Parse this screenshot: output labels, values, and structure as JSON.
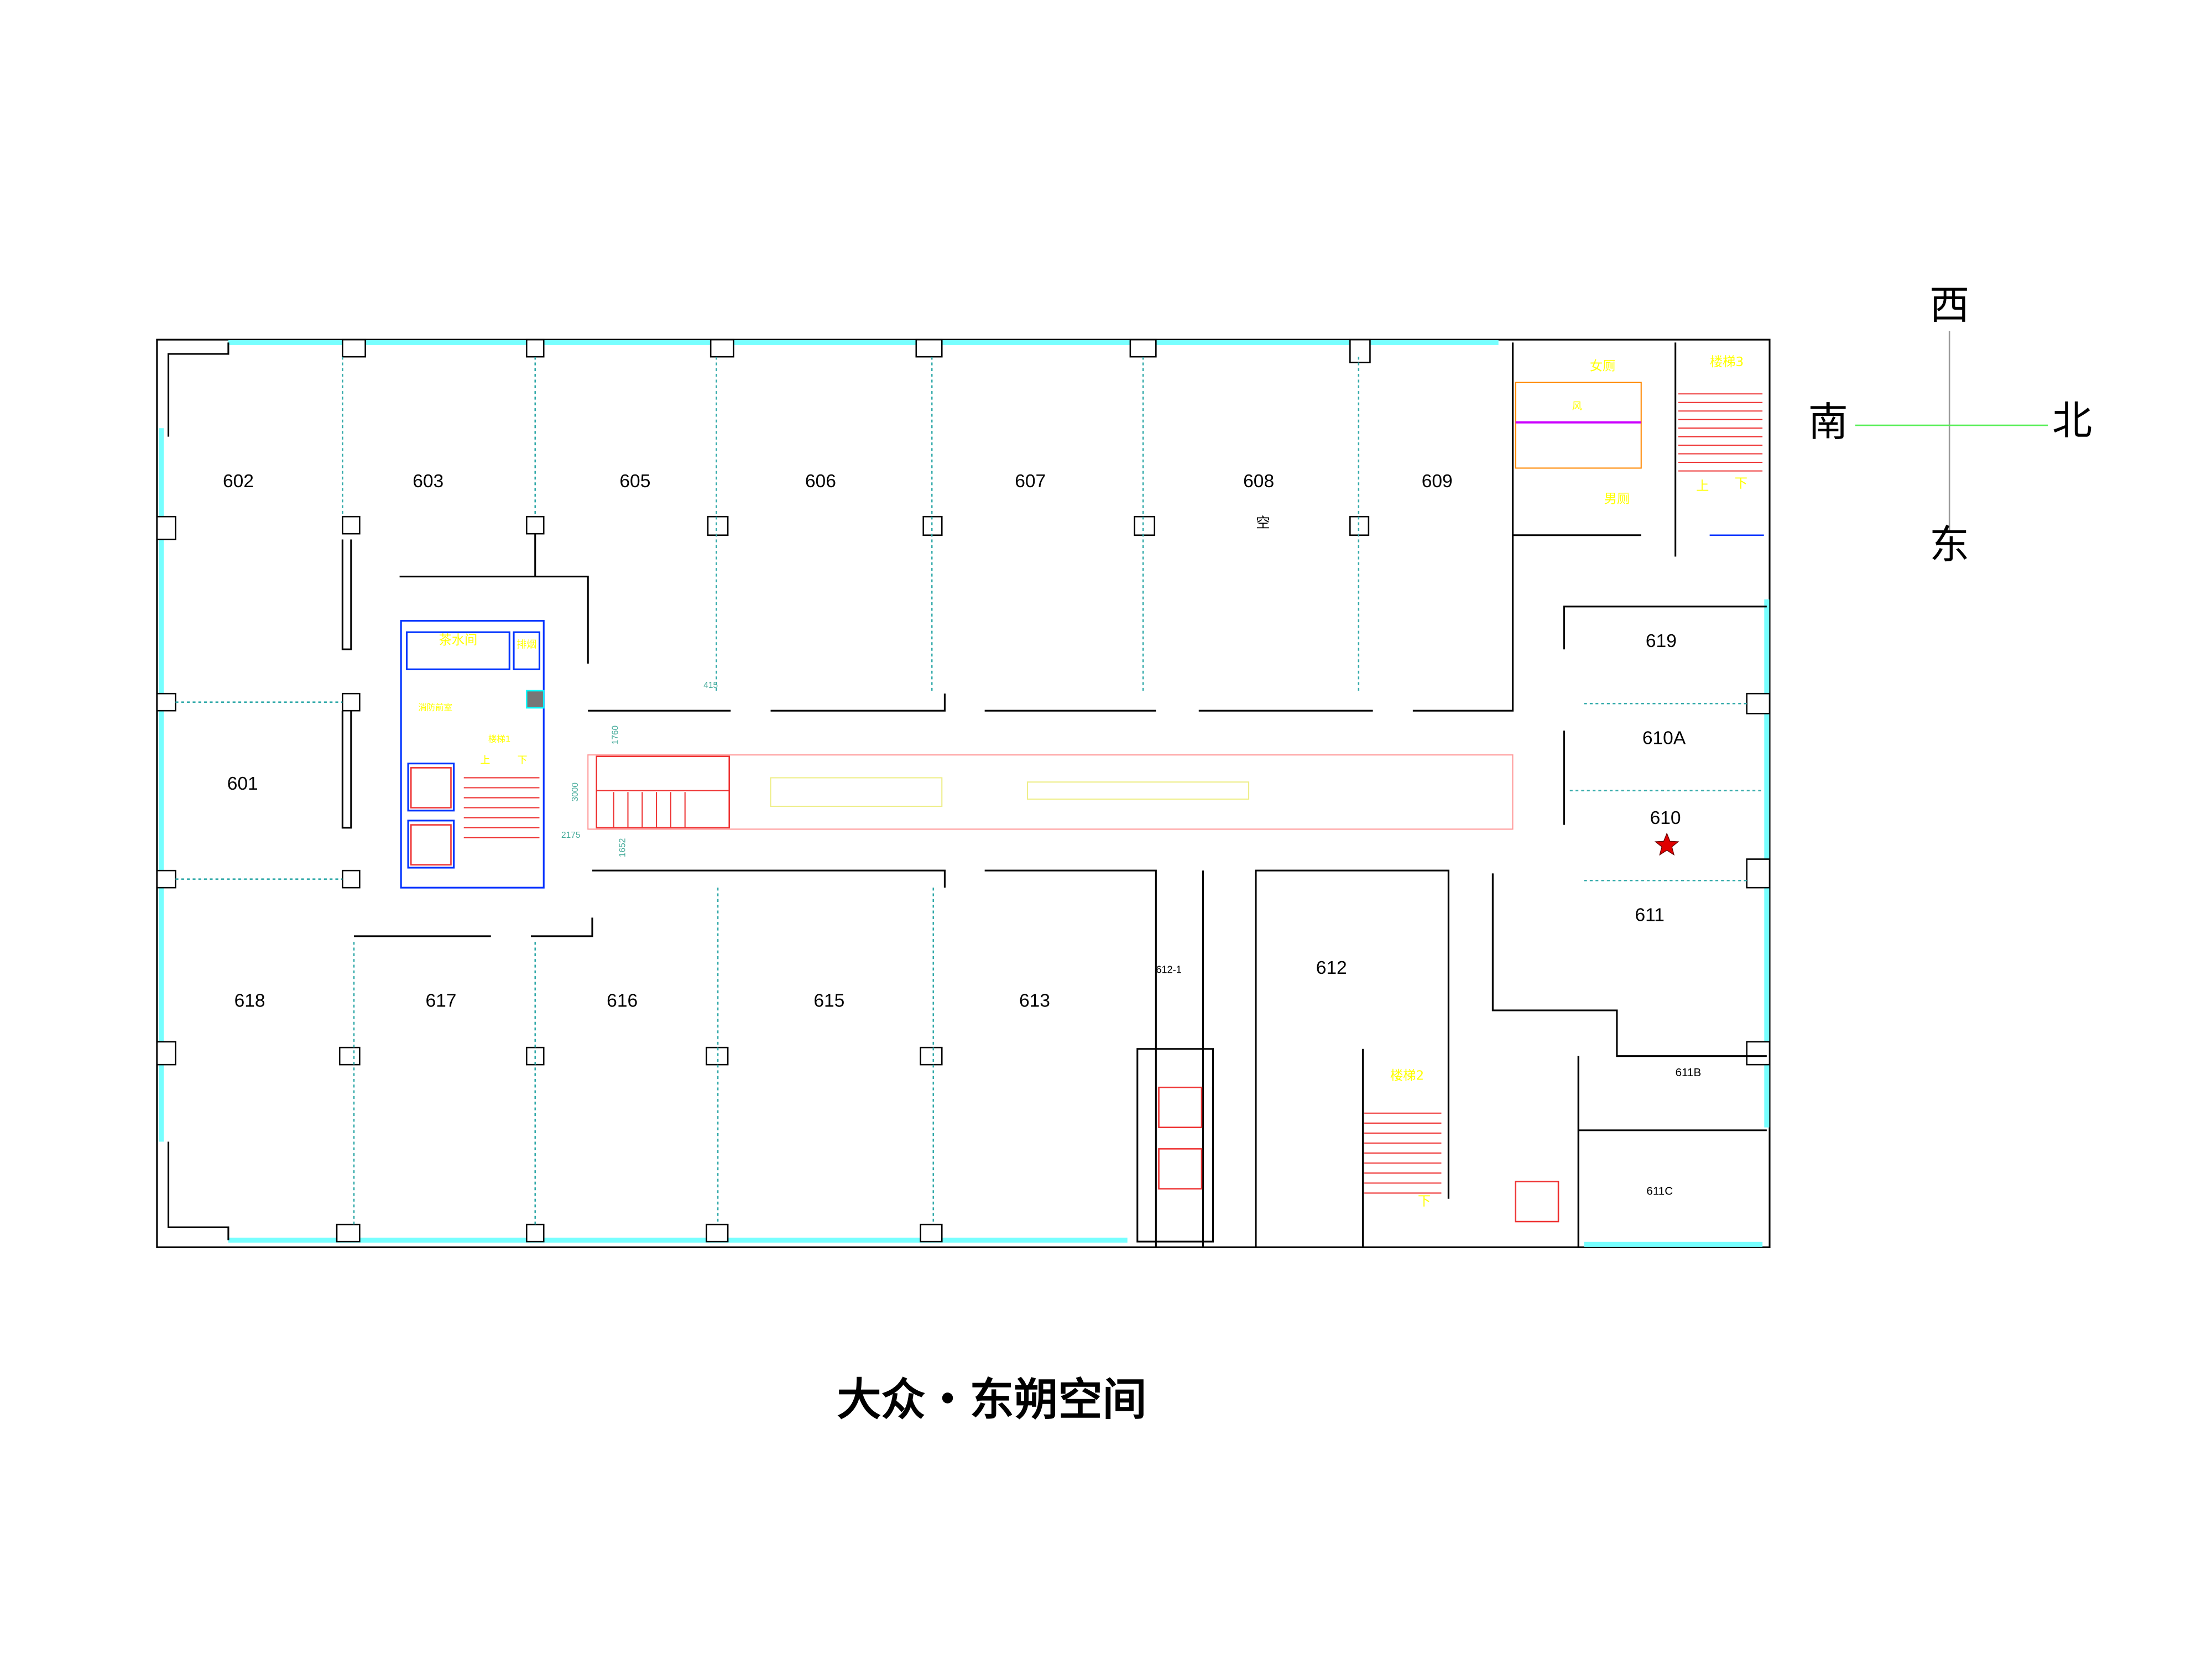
{
  "title": "大众・东朔空间",
  "compass": {
    "west": "西",
    "south": "南",
    "north": "北",
    "east": "东"
  },
  "rooms": {
    "r602": "602",
    "r603": "603",
    "r605": "605",
    "r606": "606",
    "r607": "607",
    "r608": "608",
    "r608_note": "空",
    "r609": "609",
    "r601": "601",
    "r619": "619",
    "r610A": "610A",
    "r610": "610",
    "r611": "611",
    "r611B": "611B",
    "r611C": "611C",
    "r612": "612",
    "r612_1": "612-1",
    "r613": "613",
    "r615": "615",
    "r616": "616",
    "r617": "617",
    "r618": "618"
  },
  "facilities": {
    "womens_toilet": "女厕",
    "mens_toilet": "男厕",
    "vent": "风",
    "stair3": "楼梯3",
    "stair2": "楼梯2",
    "stair1": "楼梯1",
    "tea_room": "茶水间",
    "smoke_exhaust": "排烟",
    "fire_lobby": "消防前室",
    "up": "上",
    "down": "下"
  },
  "dimensions": {
    "d1": "1760",
    "d2": "3000",
    "d3": "2175",
    "d4": "1652",
    "d5": "415"
  },
  "marker": {
    "room": "610",
    "color": "#e00000"
  }
}
